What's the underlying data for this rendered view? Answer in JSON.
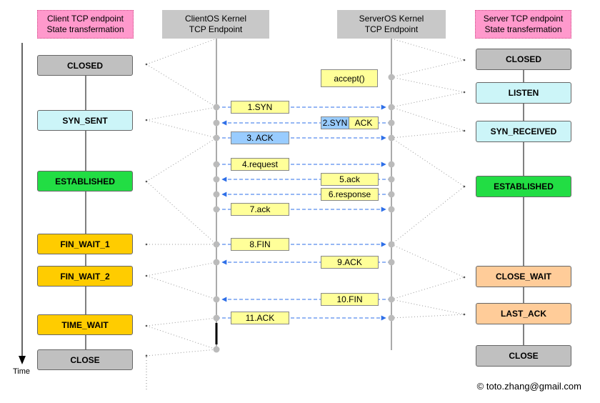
{
  "headers": {
    "client_state": [
      "Client TCP endpoint",
      "State transfermation"
    ],
    "client_kernel": [
      "ClientOS Kernel",
      "TCP Endpoint"
    ],
    "server_kernel": [
      "ServerOS Kernel",
      "TCP Endpoint"
    ],
    "server_state": [
      "Server TCP endpoint",
      "State transfermation"
    ]
  },
  "client_states": [
    {
      "label": "CLOSED",
      "color": "#c0c0c0"
    },
    {
      "label": "SYN_SENT",
      "color": "#ccf5f8"
    },
    {
      "label": "ESTABLISHED",
      "color": "#22dd44"
    },
    {
      "label": "FIN_WAIT_1",
      "color": "#ffcc00"
    },
    {
      "label": "FIN_WAIT_2",
      "color": "#ffcc00"
    },
    {
      "label": "TIME_WAIT",
      "color": "#ffcc00"
    },
    {
      "label": "CLOSE",
      "color": "#c0c0c0"
    }
  ],
  "server_states": [
    {
      "label": "CLOSED",
      "color": "#c0c0c0"
    },
    {
      "label": "LISTEN",
      "color": "#ccf5f8"
    },
    {
      "label": "SYN_RECEIVED",
      "color": "#ccf5f8"
    },
    {
      "label": "ESTABLISHED",
      "color": "#22dd44"
    },
    {
      "label": "CLOSE_WAIT",
      "color": "#ffcc99"
    },
    {
      "label": "LAST_ACK",
      "color": "#ffcc99"
    },
    {
      "label": "CLOSE",
      "color": "#c0c0c0"
    }
  ],
  "accept_label": "accept()",
  "messages": [
    {
      "label": "1.SYN",
      "dir": "right",
      "color": "#ffff99"
    },
    {
      "label": "2.SYN",
      "label2": "ACK",
      "dir": "left",
      "color": "#99ccff",
      "color2": "#ffff99"
    },
    {
      "label": "3. ACK",
      "dir": "right",
      "color": "#99ccff"
    },
    {
      "label": "4.request",
      "dir": "right",
      "color": "#ffff99"
    },
    {
      "label": "5.ack",
      "dir": "left",
      "color": "#ffff99"
    },
    {
      "label": "6.response",
      "dir": "left",
      "color": "#ffff99"
    },
    {
      "label": "7.ack",
      "dir": "right",
      "color": "#ffff99"
    },
    {
      "label": "8.FIN",
      "dir": "right",
      "color": "#ffff99"
    },
    {
      "label": "9.ACK",
      "dir": "left",
      "color": "#ffff99"
    },
    {
      "label": "10.FIN",
      "dir": "left",
      "color": "#ffff99"
    },
    {
      "label": "11.ACK",
      "dir": "right",
      "color": "#ffff99"
    }
  ],
  "time_label": "Time",
  "copyright": "© toto.zhang@gmail.com"
}
